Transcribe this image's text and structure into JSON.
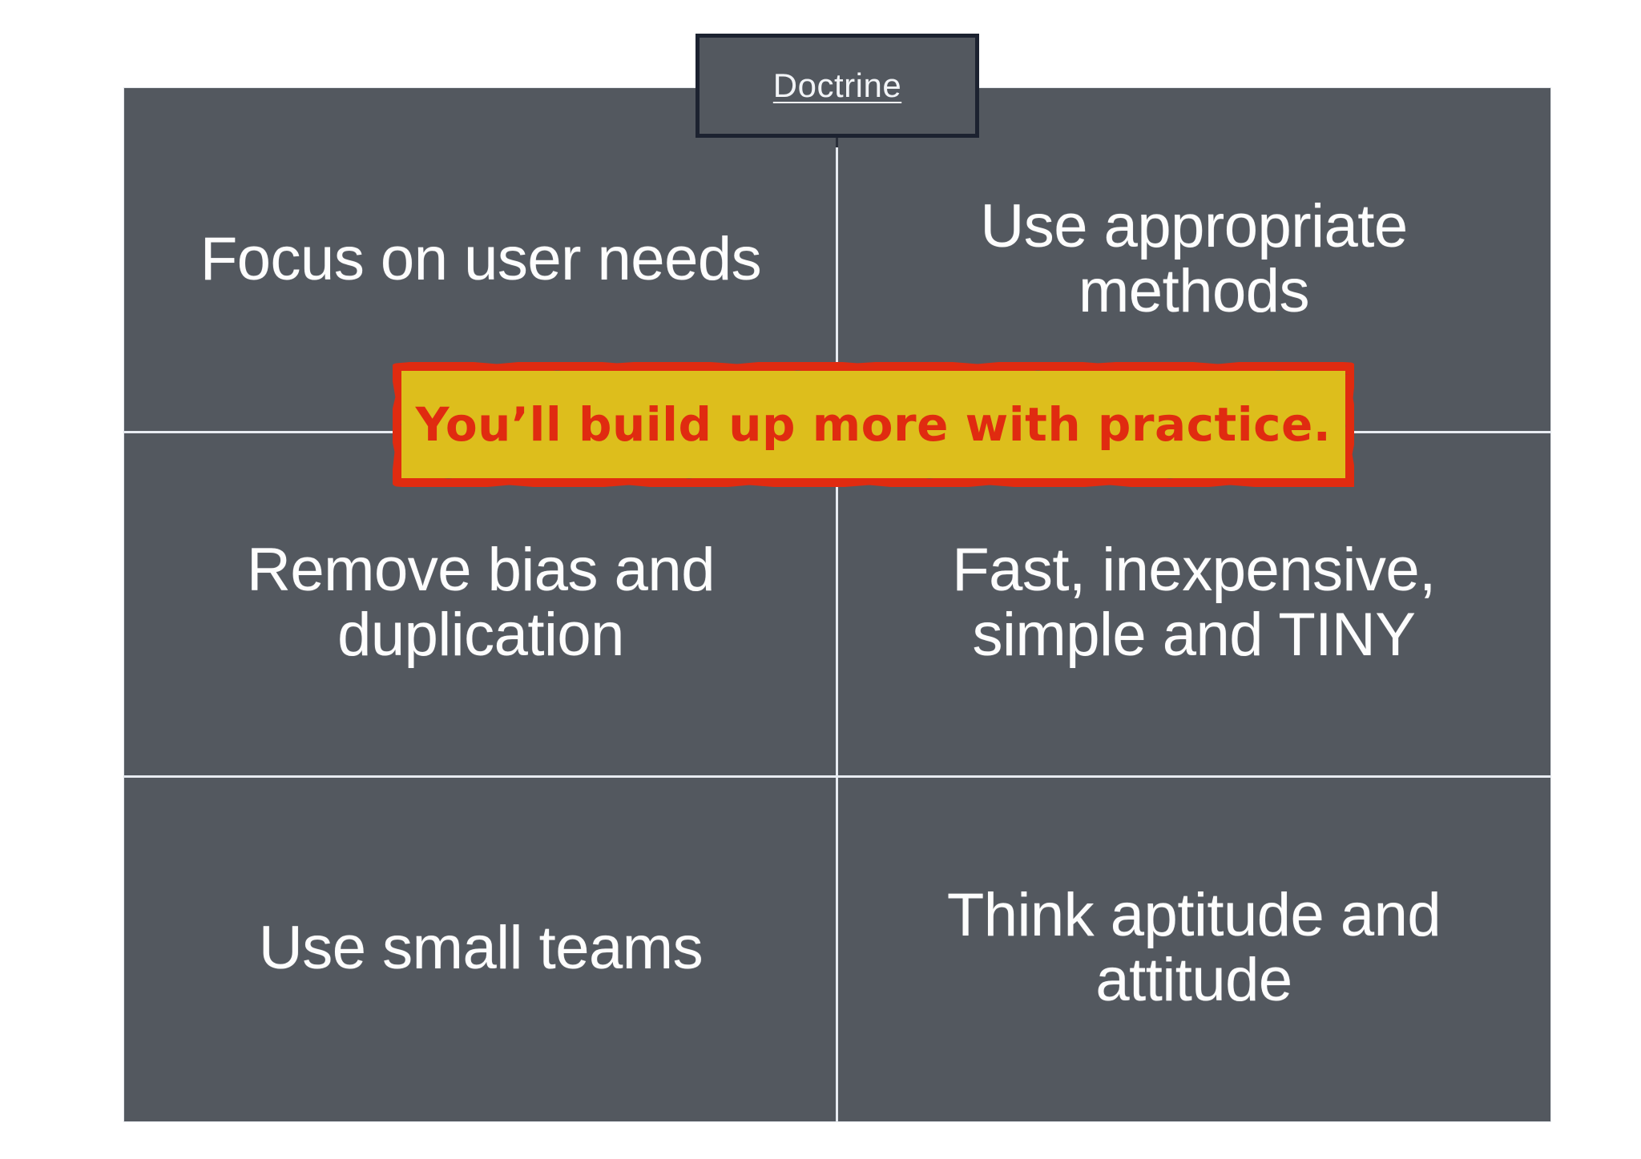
{
  "slide": {
    "colors": {
      "cell_background": "#53585F",
      "grid_line": "#e8ecf2",
      "cell_text": "#fdfdfd",
      "header_border": "#1c2230",
      "callout_fill": "#DDBE1C",
      "callout_border": "#E02B10",
      "callout_text": "#E02B10",
      "page_background": "#ffffff"
    }
  },
  "header": {
    "label": "Doctrine"
  },
  "grid": {
    "cells": [
      {
        "text": "Focus on user needs"
      },
      {
        "text": "Use appropriate methods"
      },
      {
        "text": "Remove bias and duplication"
      },
      {
        "text": "Fast, inexpensive, simple and TINY"
      },
      {
        "text": "Use small teams"
      },
      {
        "text": "Think aptitude and attitude"
      }
    ]
  },
  "callout": {
    "text": "You’ll build up more with practice."
  }
}
